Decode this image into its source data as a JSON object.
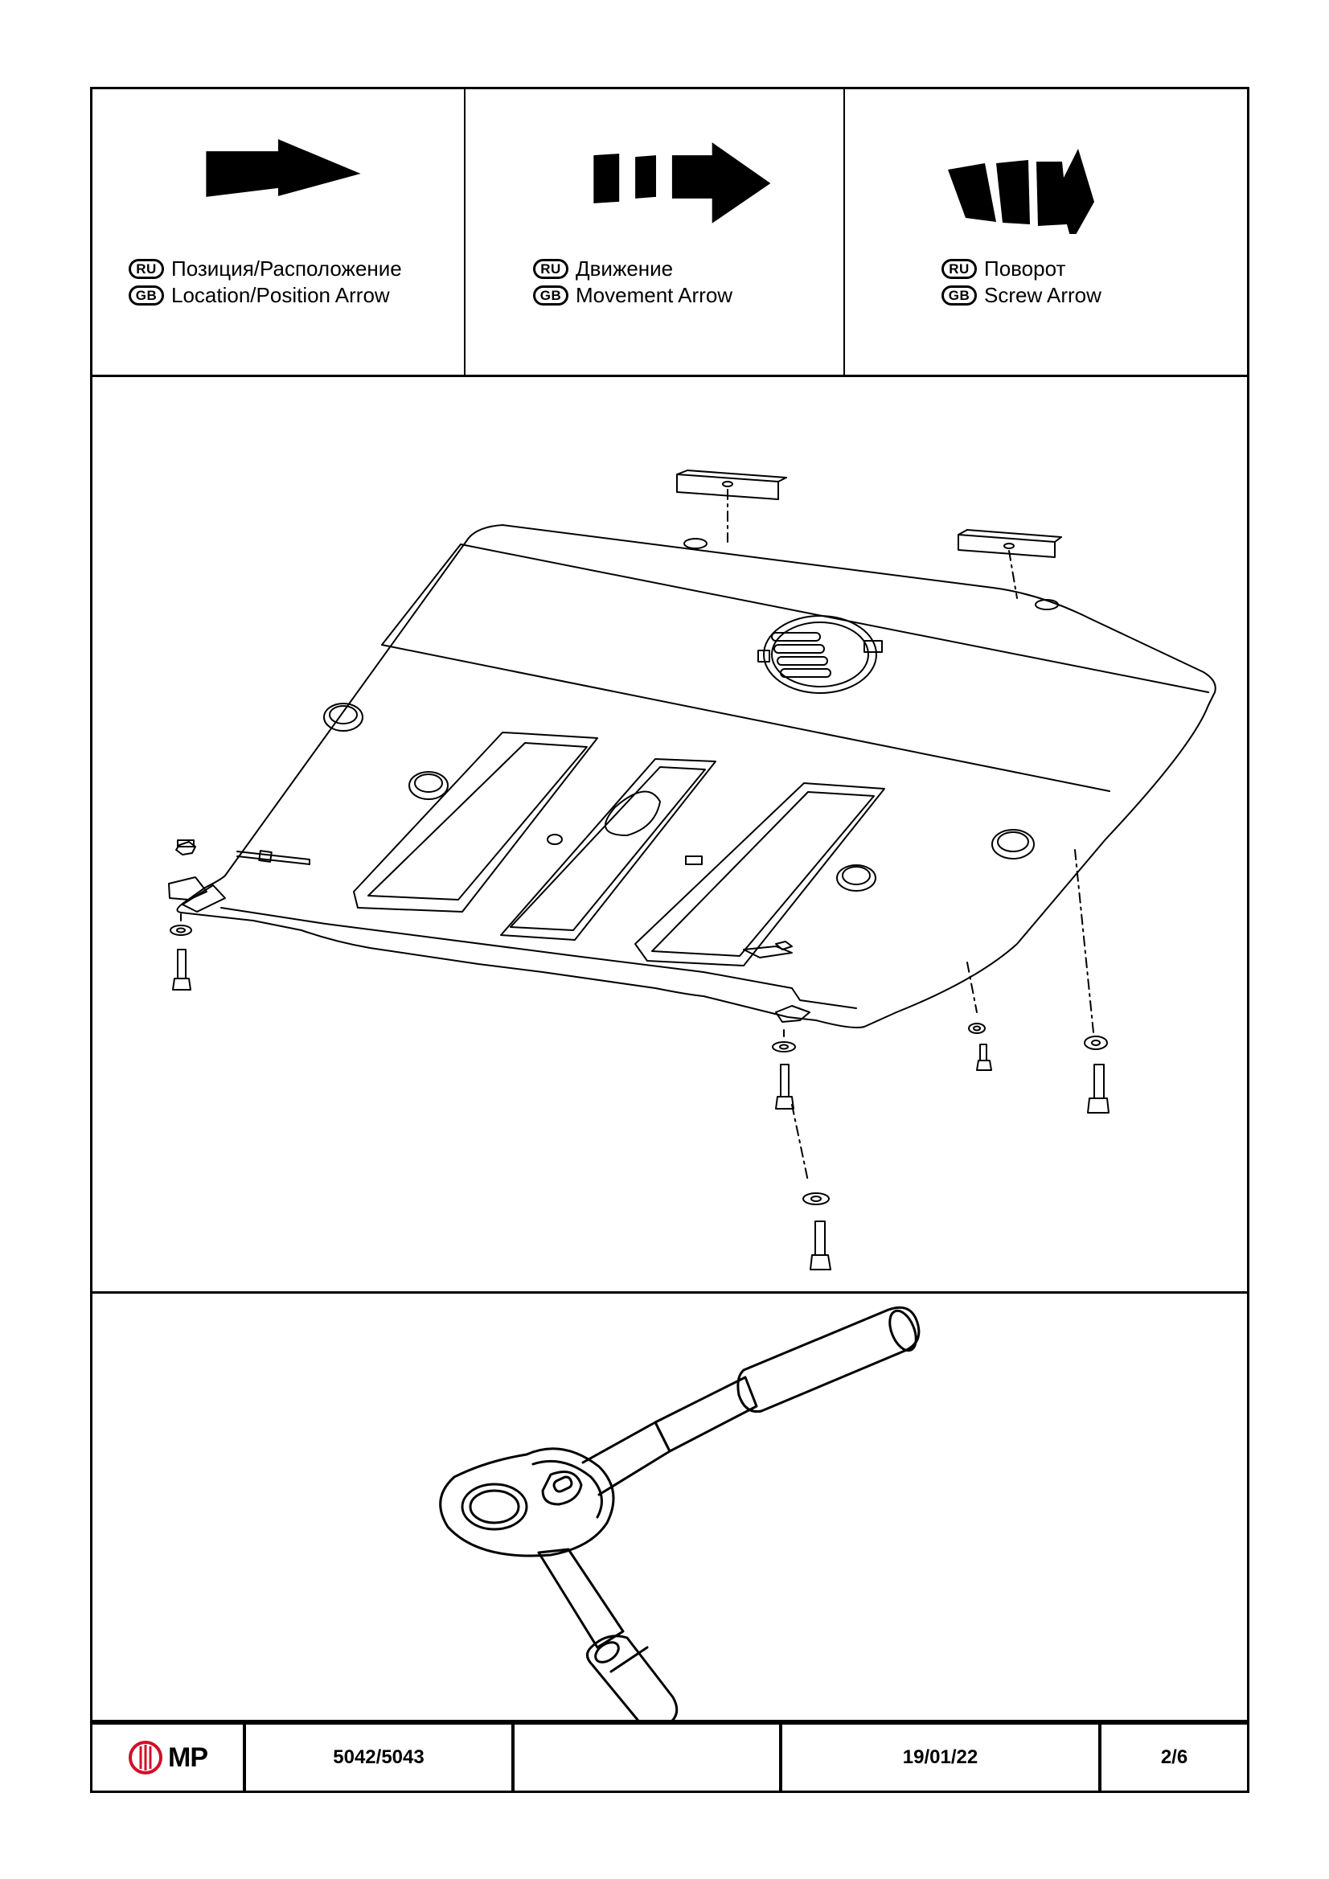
{
  "legend": [
    {
      "ru_badge": "RU",
      "ru_text": "Позиция/Расположение",
      "gb_badge": "GB",
      "gb_text": "Location/Position Arrow",
      "icon": "location-arrow-icon"
    },
    {
      "ru_badge": "RU",
      "ru_text": "Движение",
      "gb_badge": "GB",
      "gb_text": "Movement Arrow",
      "icon": "movement-arrow-icon"
    },
    {
      "ru_badge": "RU",
      "ru_text": "Поворот",
      "gb_badge": "GB",
      "gb_text": "Screw Arrow",
      "icon": "screw-arrow-icon"
    }
  ],
  "diagram": {
    "icons": [
      "skid-plate-icon",
      "bolt-icon",
      "washer-icon",
      "spacer-plate-icon",
      "ratchet-wrench-icon"
    ]
  },
  "footer": {
    "logo_text": "MP",
    "part_number": "5042/5043",
    "blank": "",
    "date": "19/01/22",
    "page": "2/6"
  },
  "colors": {
    "line": "#000000",
    "logo_red": "#d0102a",
    "background": "#ffffff"
  }
}
